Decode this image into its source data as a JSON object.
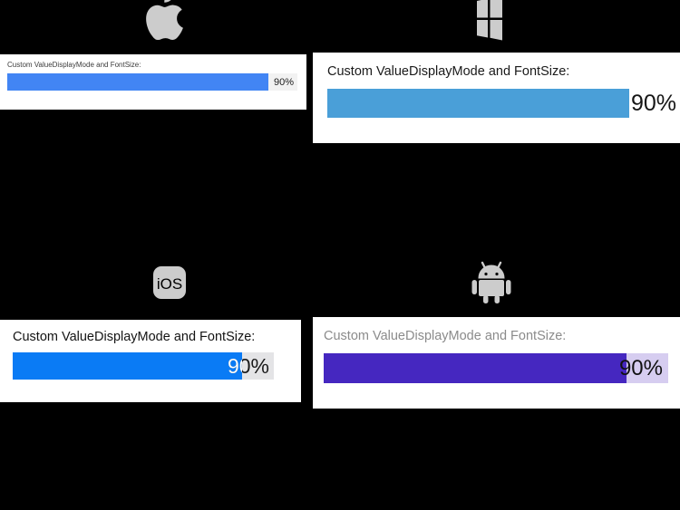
{
  "background_color": "#000000",
  "icon_color": "#cccccc",
  "panels": [
    {
      "platform": "macos",
      "icon_name": "apple-logo-icon",
      "label": "Custom ValueDisplayMode and FontSize:",
      "value_text": "90%",
      "percent": 90,
      "fill_color": "#4285f4",
      "track_color": "#f2f2f2",
      "label_color": "#3c3c3c",
      "value_color": "#1c1c1c",
      "panel_color": "#ffffff"
    },
    {
      "platform": "windows",
      "icon_name": "windows-logo-icon",
      "label": "Custom ValueDisplayMode and FontSize:",
      "value_text": "90%",
      "percent": 90,
      "fill_color": "#4a9fd8",
      "track_color": "#ffffff",
      "label_color": "#1a1a1a",
      "value_color": "#161616",
      "panel_color": "#ffffff"
    },
    {
      "platform": "ios",
      "icon_name": "ios-logo-icon",
      "icon_text": "iOS",
      "label": "Custom ValueDisplayMode and FontSize:",
      "value_text": "90%",
      "percent": 90,
      "fill_color": "#0a7bf5",
      "track_color": "#e4e4e6",
      "label_color": "#141414",
      "value_color": "#1a1a1a",
      "value_color_on_fill": "#ffffff",
      "panel_color": "#ffffff"
    },
    {
      "platform": "android",
      "icon_name": "android-robot-icon",
      "label": "Custom ValueDisplayMode and FontSize:",
      "value_text": "90%",
      "percent": 90,
      "fill_color": "#4527c0",
      "track_color": "#d6cdf0",
      "label_color": "#8b8b8b",
      "value_color": "#121212",
      "panel_color": "#ffffff"
    }
  ]
}
